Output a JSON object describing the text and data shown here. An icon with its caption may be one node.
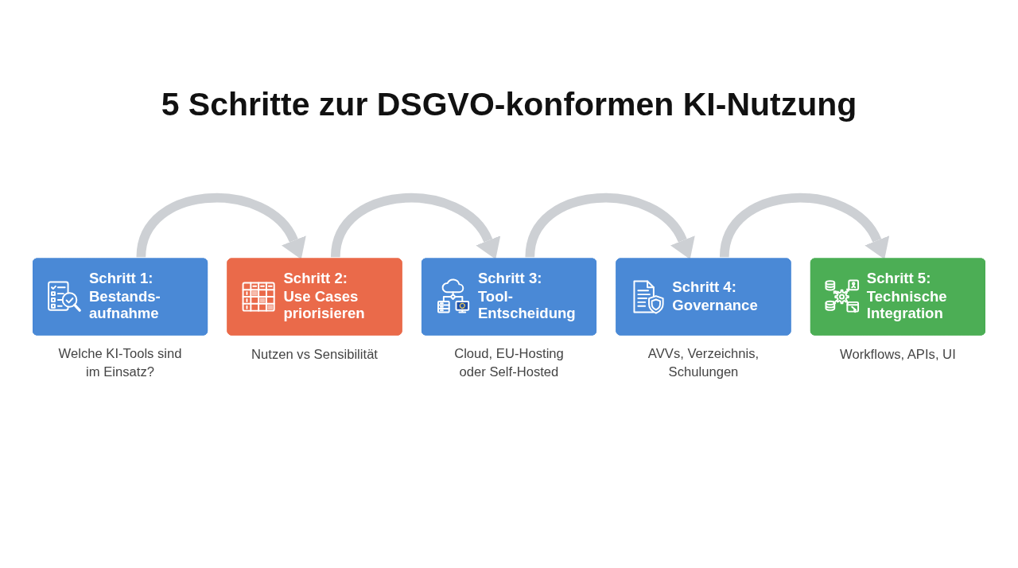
{
  "diagram": {
    "title": "5 Schritte zur DSGVO-konformen KI-Nutzung",
    "nodes": [
      {
        "text": [
          "Schritt 1:",
          "Bestands- aufnahme"
        ],
        "beside": [
          "Welche KI-Tools sind im Einsatz?"
        ]
      },
      {
        "text": [
          "Schritt 2:",
          "Use Cases priorisieren"
        ],
        "beside": [
          "Nutzen vs Sensibilität"
        ]
      },
      {
        "text": [
          "Schritt 3:",
          "Tool- Entscheidung"
        ],
        "beside": [
          "Cloud, EU-Hosting oder Self-Hosted"
        ]
      },
      {
        "text": [
          "Schritt 4:",
          "Governance"
        ],
        "beside": [
          "AVVs, Verzeichnis, Schulungen"
        ]
      },
      {
        "text": [
          "Schritt 5:",
          "Technische Integration"
        ],
        "beside": [
          "Workflows, APIs, UI"
        ]
      }
    ],
    "edges": [
      {
        "from": 0,
        "to": 1,
        "arrow": "to"
      },
      {
        "from": 1,
        "to": 2,
        "arrow": "to"
      },
      {
        "from": 2,
        "to": 3,
        "arrow": "to"
      },
      {
        "from": 3,
        "to": 4,
        "arrow": "to"
      }
    ]
  }
}
